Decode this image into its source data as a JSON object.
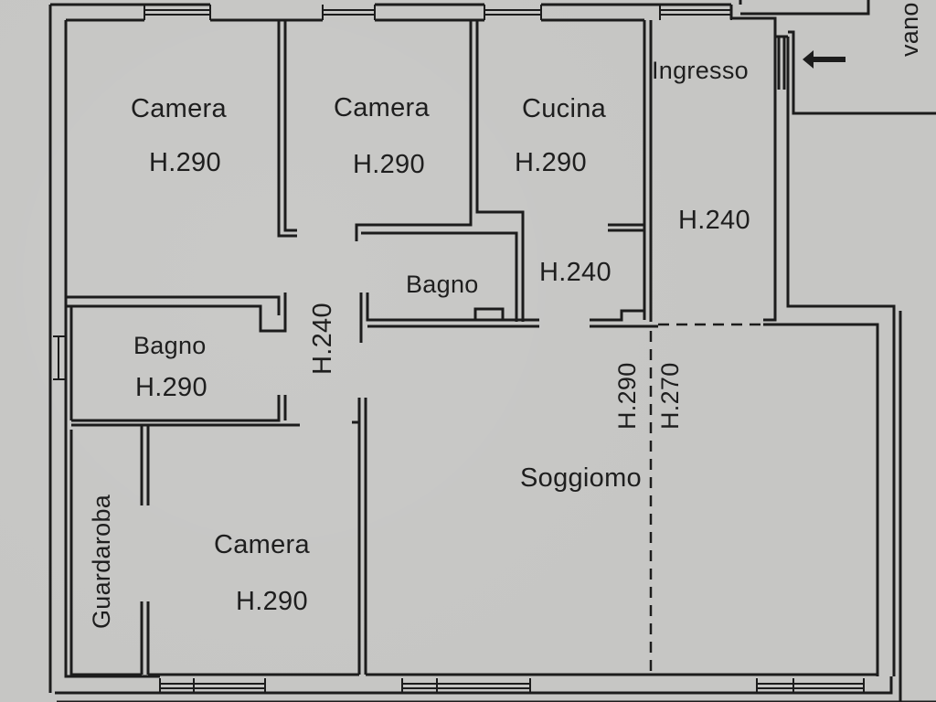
{
  "plan": {
    "rooms": [
      {
        "id": "camera-1",
        "name": "Camera",
        "height": "H.290"
      },
      {
        "id": "camera-2",
        "name": "Camera",
        "height": "H.290"
      },
      {
        "id": "cucina",
        "name": "Cucina",
        "height": "H.290"
      },
      {
        "id": "ingresso",
        "name": "Ingresso",
        "height": "H.240"
      },
      {
        "id": "bagno-center",
        "name": "Bagno",
        "height": ""
      },
      {
        "id": "disimpegno-cucina",
        "name": "",
        "height": "H.240"
      },
      {
        "id": "corridoio",
        "name": "",
        "height": "H.240"
      },
      {
        "id": "bagno-left",
        "name": "Bagno",
        "height": "H.290"
      },
      {
        "id": "guardaroba",
        "name": "Guardaroba",
        "height": ""
      },
      {
        "id": "camera-3",
        "name": "Camera",
        "height": "H.290"
      },
      {
        "id": "soggiorno",
        "name": "Soggiomo",
        "height_left": "H.290",
        "height_right": "H.270"
      }
    ],
    "stair_label": "vano",
    "entrance_arrow": "arrow-left-icon"
  }
}
